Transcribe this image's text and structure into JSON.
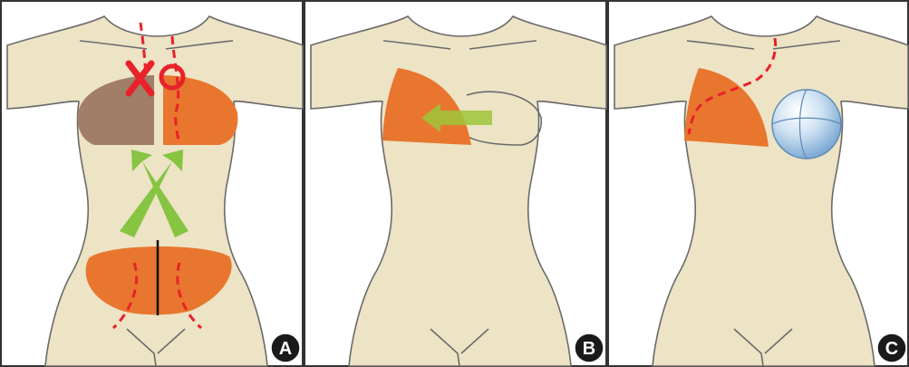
{
  "panels": [
    {
      "id": "A",
      "label": "A"
    },
    {
      "id": "B",
      "label": "B"
    },
    {
      "id": "C",
      "label": "C"
    }
  ],
  "colors": {
    "skin": "#ede3c5",
    "flap": "#e8762e",
    "resected_breast": "#a07e68",
    "incision": "#e8212a",
    "arrow": "#86c441",
    "implant": "#aacbe8",
    "outline": "#6b6b6b"
  },
  "icons": {
    "panel_a_mark_left": "red-x-mark",
    "panel_a_mark_right": "red-circle-mark",
    "panel_c_implant": "breast-implant"
  }
}
